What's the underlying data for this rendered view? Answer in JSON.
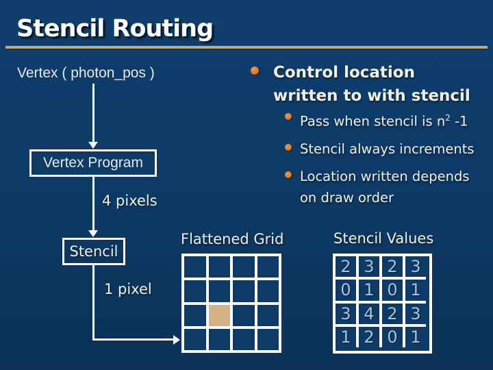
{
  "title": "Stencil Routing",
  "flowchart": {
    "input_label": "Vertex ( photon_pos )",
    "vertex_program_label": "Vertex Program",
    "edge1_label": "4 pixels",
    "stencil_label": "Stencil",
    "edge2_label": "1 pixel"
  },
  "bullets": {
    "main_line1": "Control location",
    "main_line2": "written to with stencil",
    "sub1_pre": "Pass when stencil is n",
    "sub1_sup": "2",
    "sub1_post": " -1",
    "sub2": "Stencil always increments",
    "sub3_line1": "Location written depends",
    "sub3_line2": "on draw order"
  },
  "flattened_grid": {
    "label": "Flattened Grid",
    "rows": 4,
    "cols": 4,
    "highlighted_cell": {
      "row": 2,
      "col": 1
    }
  },
  "stencil_values": {
    "label": "Stencil Values",
    "values": [
      [
        2,
        3,
        2,
        3
      ],
      [
        0,
        1,
        0,
        1
      ],
      [
        3,
        4,
        2,
        3
      ],
      [
        1,
        2,
        0,
        1
      ]
    ]
  },
  "colors": {
    "background": "#0d3a66",
    "rule": "#c8a87c",
    "bullet_orange": "#de7e2c",
    "cream_text": "#f2f0e4",
    "flow_text": "#e9e9e9",
    "value_text": "#aac2da",
    "highlight_cell": "#d4b285",
    "line_white": "#ffffff"
  }
}
